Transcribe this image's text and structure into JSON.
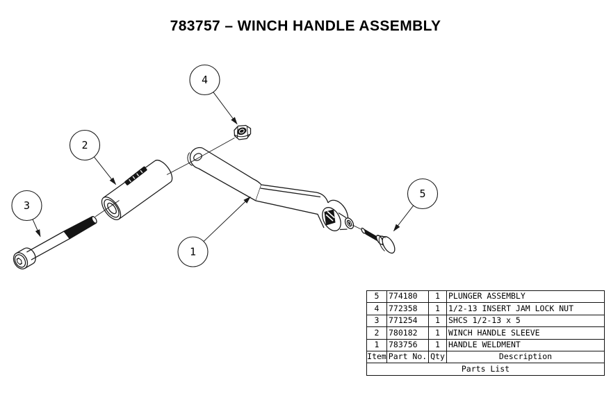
{
  "title": "783757 – WINCH HANDLE ASSEMBLY",
  "diagram": {
    "callouts": [
      {
        "label": "1"
      },
      {
        "label": "2"
      },
      {
        "label": "3"
      },
      {
        "label": "4"
      },
      {
        "label": "5"
      }
    ],
    "sleeve_marking_icon": "stamped-logo-marking"
  },
  "parts_table": {
    "title": "Parts List",
    "columns": [
      "Item",
      "Part No.",
      "Qty",
      "Description"
    ],
    "rows": [
      {
        "item": "5",
        "part_no": "774180",
        "qty": "1",
        "description": "PLUNGER ASSEMBLY"
      },
      {
        "item": "4",
        "part_no": "772358",
        "qty": "1",
        "description": "1/2-13 INSERT JAM LOCK NUT"
      },
      {
        "item": "3",
        "part_no": "771254",
        "qty": "1",
        "description": "SHCS 1/2-13  x 5"
      },
      {
        "item": "2",
        "part_no": "780182",
        "qty": "1",
        "description": "WINCH HANDLE SLEEVE"
      },
      {
        "item": "1",
        "part_no": "783756",
        "qty": "1",
        "description": "HANDLE WELDMENT"
      }
    ]
  },
  "colors": {
    "line": "#1a1a1a",
    "dark_fill": "#141414",
    "background": "#ffffff"
  }
}
